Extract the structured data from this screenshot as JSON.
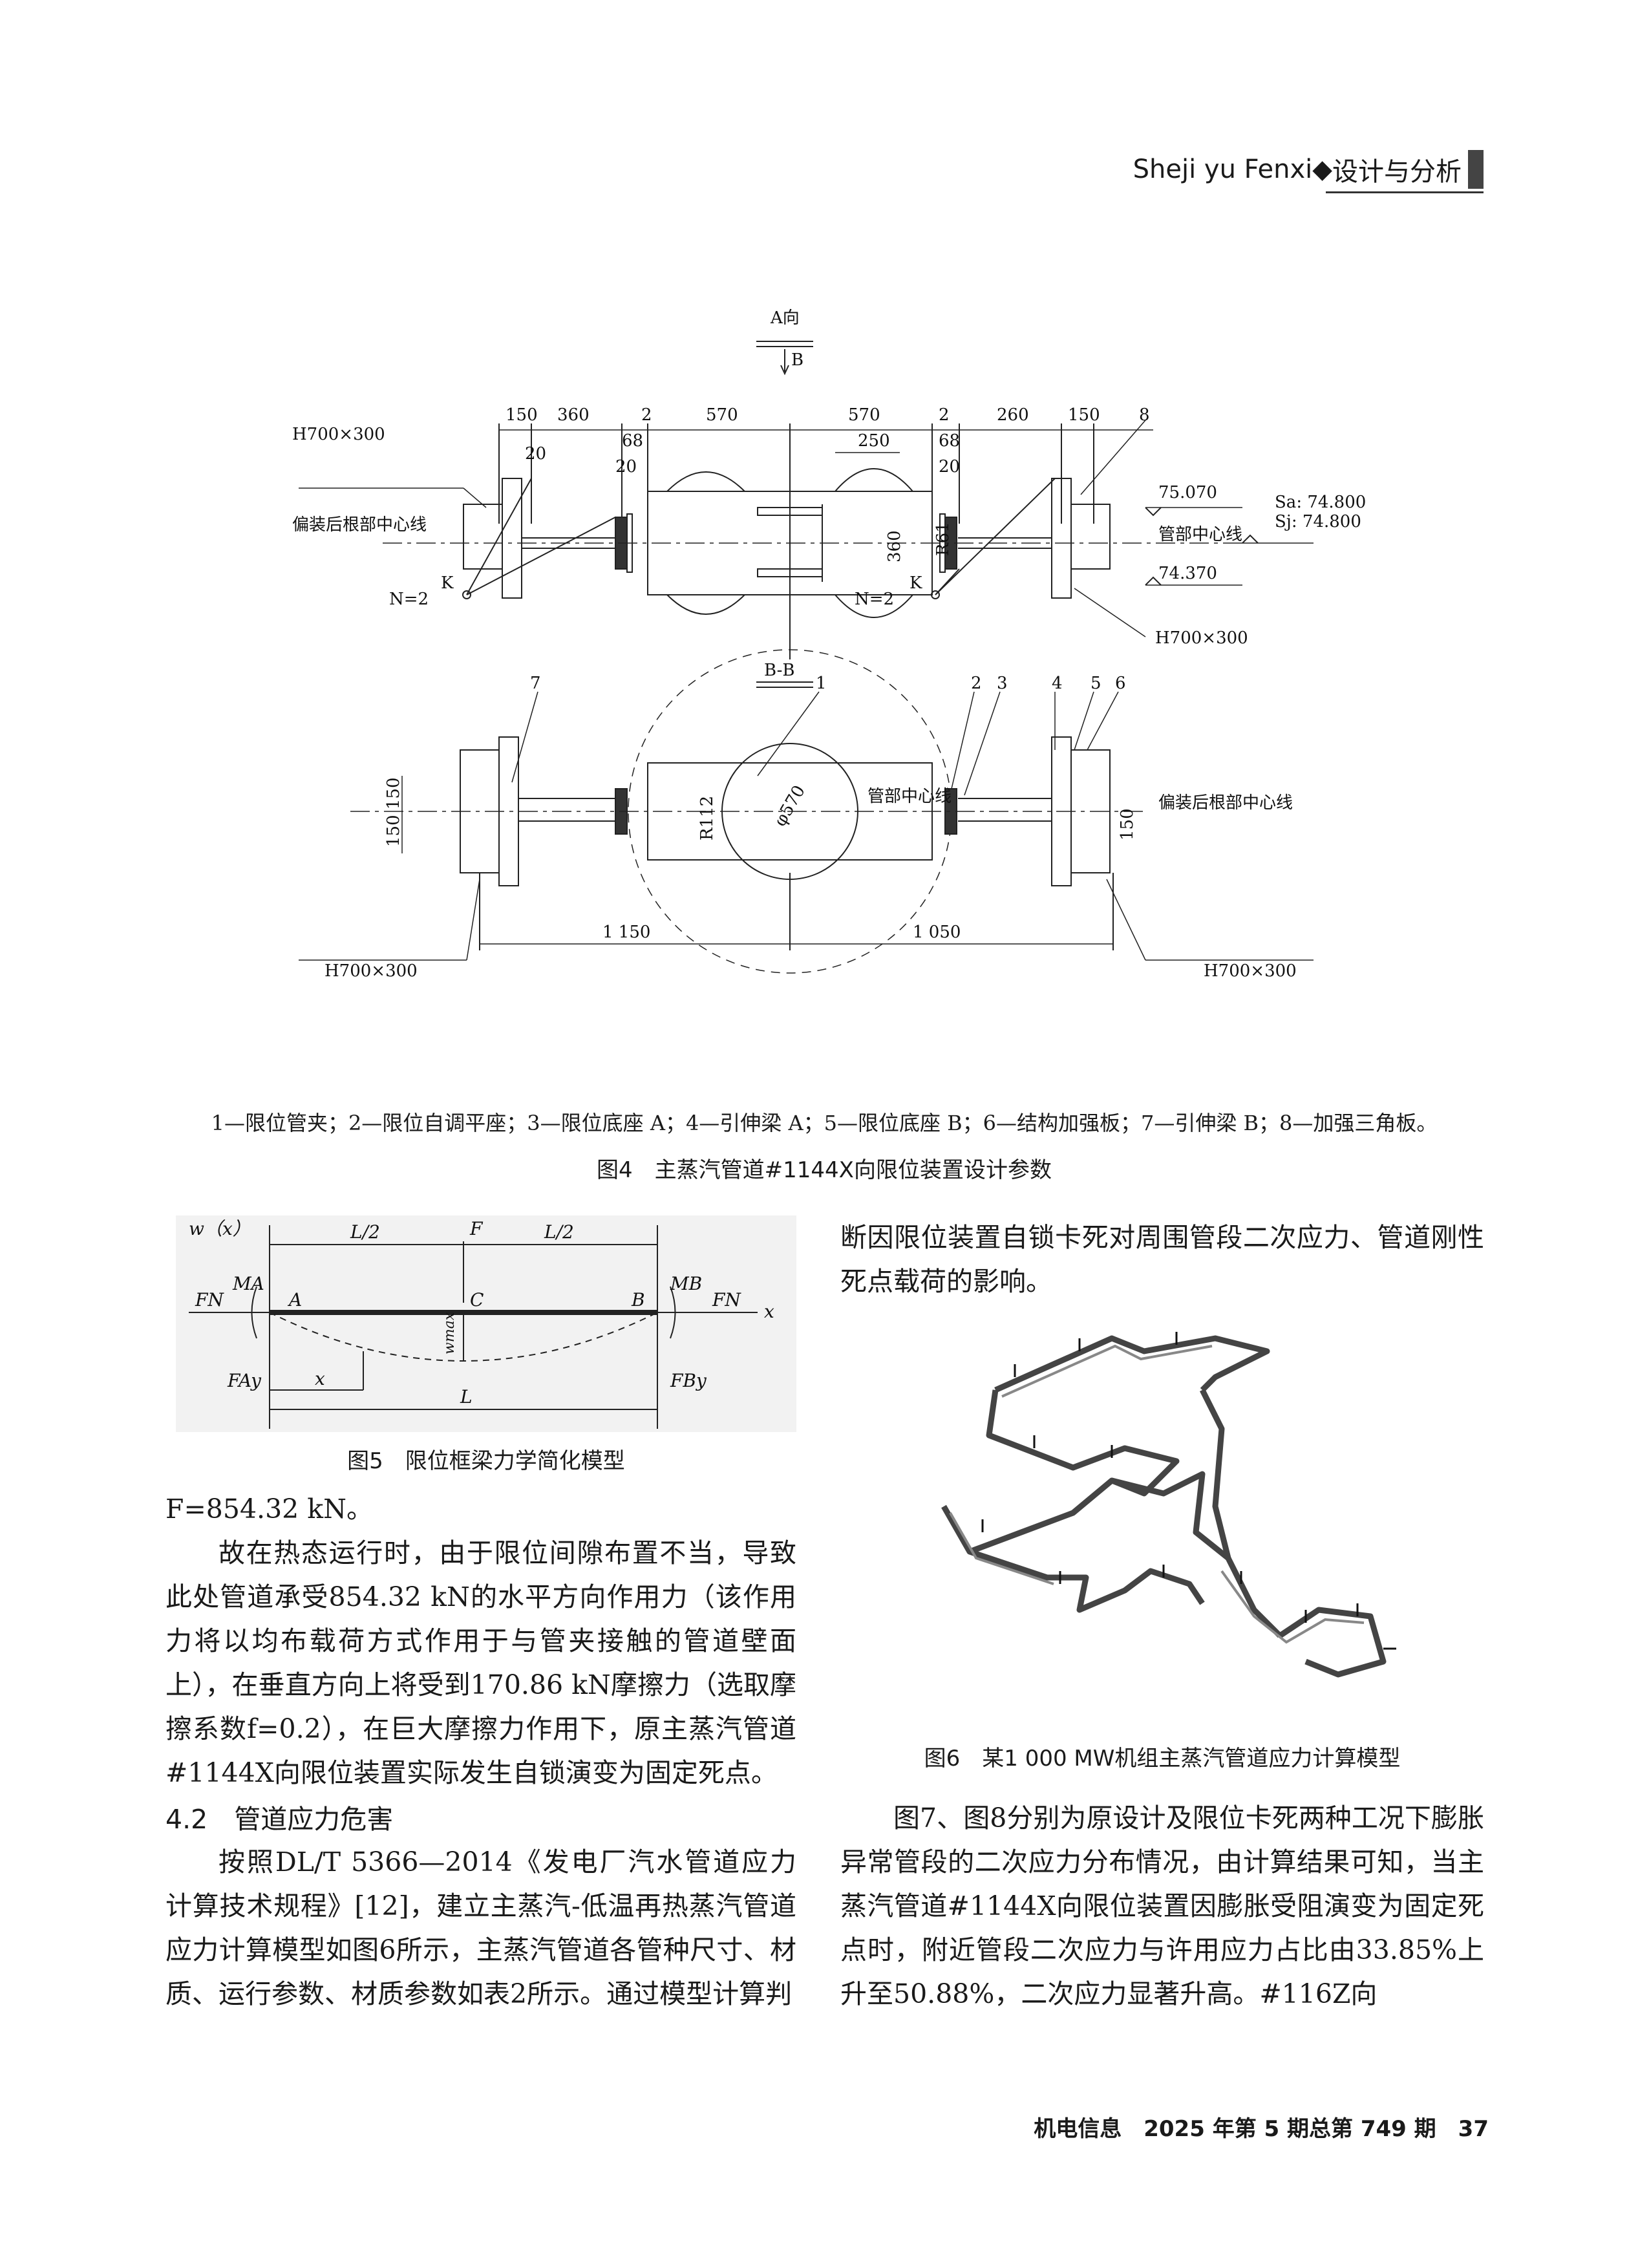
{
  "header": {
    "pinyin": "Sheji yu Fenxi",
    "diamond": "◆",
    "section": "设计与分析"
  },
  "fig4": {
    "view_a": "A向",
    "b": "B",
    "section_bb": "B-B",
    "h700": "H700×300",
    "d150": "150",
    "d360": "360",
    "d2": "2",
    "d570": "570",
    "d260": "260",
    "d250": "250",
    "d68": "68",
    "d20": "20",
    "d360v": "360",
    "r61": "R61",
    "n2": "N=2",
    "k": "K",
    "offset_line": "偏装后根部中心线",
    "pipe_line": "管部中心线",
    "e1": "75.070",
    "e2": "74.370",
    "sa": "Sa: 74.800",
    "sj": "Sj: 74.800",
    "num": [
      "1",
      "2",
      "3",
      "4",
      "5",
      "6",
      "7",
      "8"
    ],
    "d1150": "1 150",
    "d1050": "1 050",
    "r112": "R112",
    "phi570": "φ570",
    "d150150": "150 150",
    "d150b": "150"
  },
  "fig4_legend": "1—限位管夹；2—限位自调平座；3—限位底座 A；4—引伸梁 A；5—限位底座 B；6—结构加强板；7—引伸梁 B；8—加强三角板。",
  "fig4_caption": "图4　主蒸汽管道#1144X向限位装置设计参数",
  "fig5": {
    "wx": "w（x）",
    "L2a": "L/2",
    "L2b": "L/2",
    "F": "F",
    "MA": "MA",
    "MB": "MB",
    "FN": "FN",
    "A": "A",
    "C": "C",
    "B": "B",
    "x": "x",
    "wmax": "wmax",
    "FAy": "FAy",
    "FBy": "FBy",
    "L": "L"
  },
  "fig5_caption": "图5　限位框梁力学简化模型",
  "left_col": {
    "p0": "F=854.32 kN。",
    "p1": "故在热态运行时，由于限位间隙布置不当，导致此处管道承受854.32 kN的水平方向作用力（该作用力将以均布载荷方式作用于与管夹接触的管道壁面上），在垂直方向上将受到170.86 kN摩擦力（选取摩擦系数f=0.2），在巨大摩擦力作用下，原主蒸汽管道#1144X向限位装置实际发生自锁演变为固定死点。",
    "heading": "4.2　管道应力危害",
    "p2": "按照DL/T 5366—2014《发电厂汽水管道应力计算技术规程》[12]，建立主蒸汽-低温再热蒸汽管道应力计算模型如图6所示，主蒸汽管道各管种尺寸、材质、运行参数、材质参数如表2所示。通过模型计算判"
  },
  "right_col": {
    "p1": "断因限位装置自锁卡死对周围管段二次应力、管道刚性死点载荷的影响。",
    "fig6_caption": "图6　某1 000 MW机组主蒸汽管道应力计算模型",
    "p2": "图7、图8分别为原设计及限位卡死两种工况下膨胀异常管段的二次应力分布情况，由计算结果可知，当主蒸汽管道#1144X向限位装置因膨胀受阻演变为固定死点时，附近管段二次应力与许用应力占比由33.85%上升至50.88%，二次应力显著升高。#116Z向"
  },
  "footer": "机电信息　2025 年第 5 期总第 749 期　37"
}
